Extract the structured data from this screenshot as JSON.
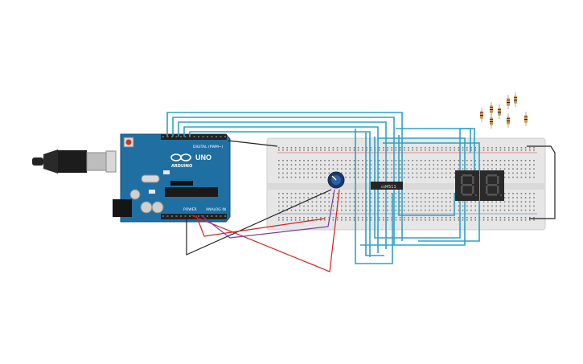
{
  "arduino": {
    "brand": "ARDUINO",
    "model": "UNO",
    "digital_label": "DIGITAL (PWM~)",
    "power_label": "POWER",
    "analog_label": "ANALOG IN"
  },
  "chip": {
    "label": "cd4511"
  },
  "display": {
    "digits": [
      "8",
      "8"
    ]
  },
  "colors": {
    "board": "#1f6fa3",
    "breadboard": "#e6e6e6",
    "wire_data": "#2fa2c6",
    "wire_ground": "#222222",
    "wire_power": "#d51f1f",
    "wire_signal": "#7b3aa0",
    "segment": "#2a2a2a",
    "resistor": "#c9a26a"
  },
  "icons": {
    "usb": "usb-connector-icon",
    "pot": "potentiometer-icon",
    "logo": "infinity-logo-icon"
  }
}
